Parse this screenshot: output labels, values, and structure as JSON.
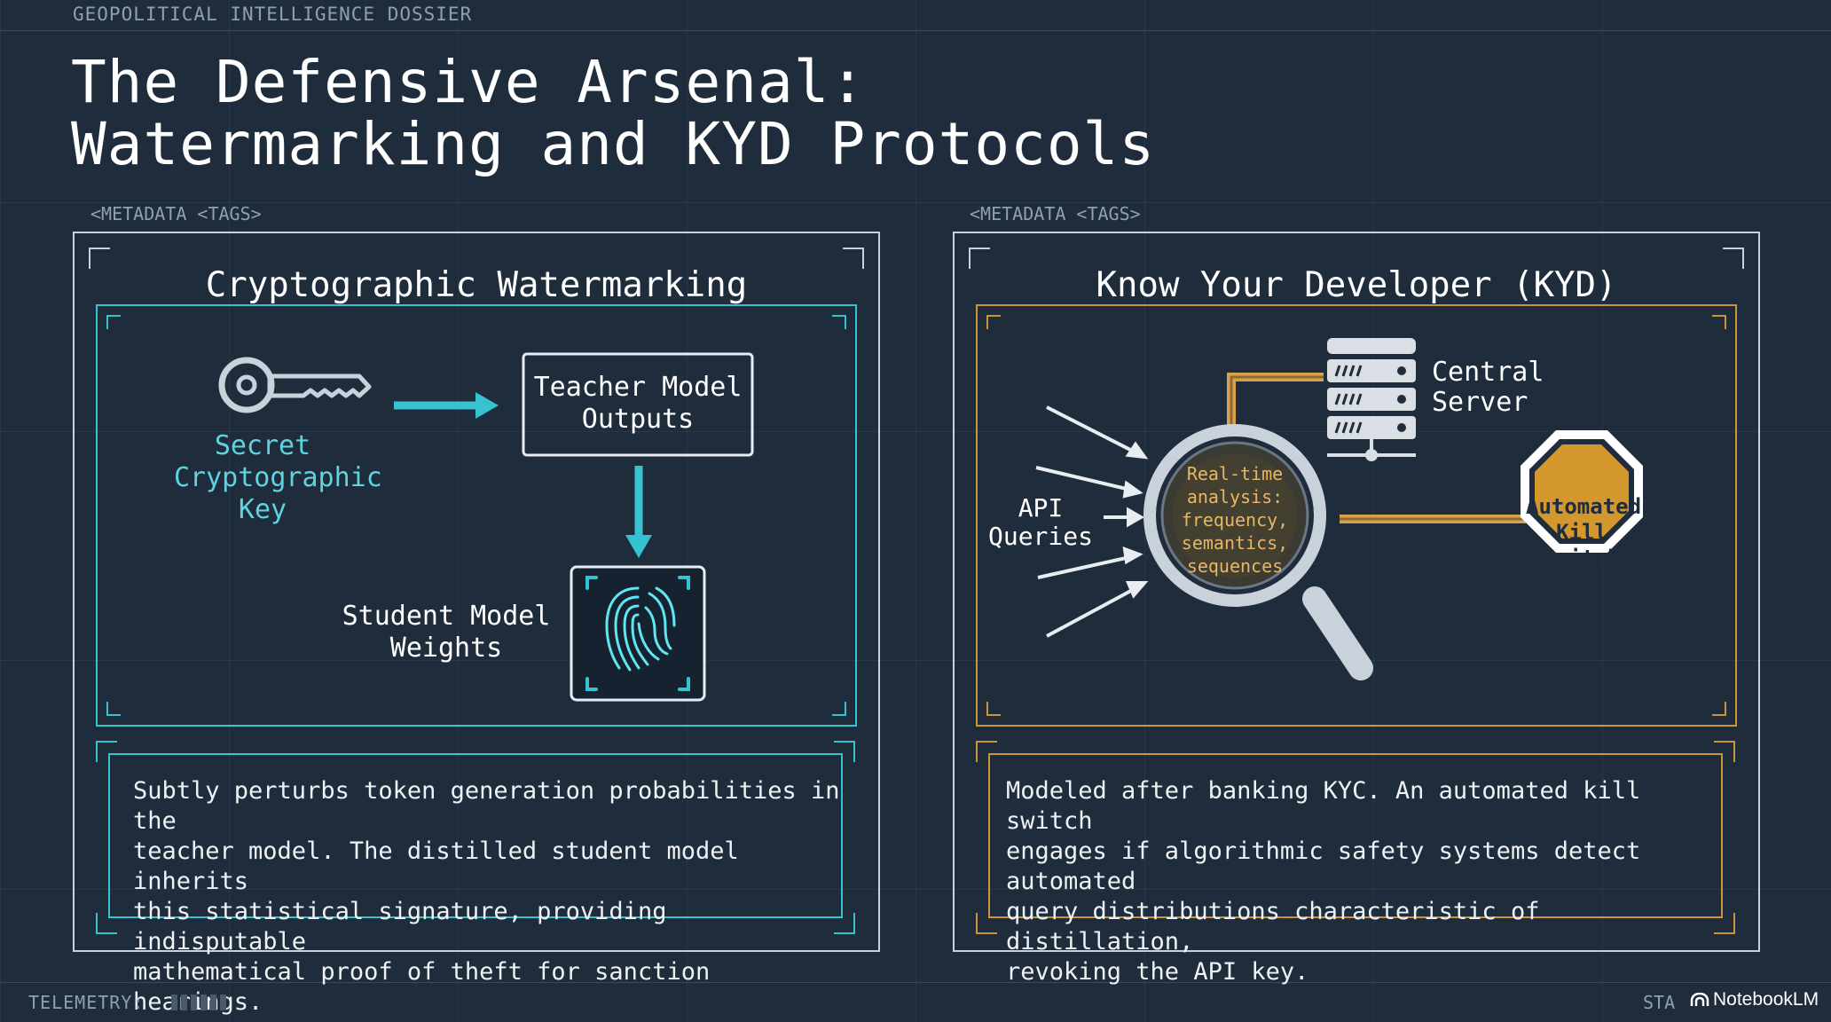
{
  "header": {
    "label": "GEOPOLITICAL INTELLIGENCE DOSSIER"
  },
  "title": {
    "line1": "The Defensive Arsenal:",
    "line2": "Watermarking and KYD Protocols"
  },
  "left_panel": {
    "meta": "<METADATA <TAGS>",
    "title": "Cryptographic Watermarking",
    "key_label": [
      "Secret",
      "Cryptographic",
      "Key"
    ],
    "teacher_box": [
      "Teacher Model",
      "Outputs"
    ],
    "student_label": [
      "Student Model",
      "Weights"
    ],
    "description": [
      "Subtly perturbs token generation probabilities in the",
      "teacher model. The distilled student model inherits",
      "this statistical signature, providing indisputable",
      "mathematical proof of theft for sanction hearings."
    ]
  },
  "right_panel": {
    "meta": "<METADATA <TAGS>",
    "title": "Know Your Developer (KYD)",
    "api_label": [
      "API",
      "Queries"
    ],
    "server_label": [
      "Central",
      "Server"
    ],
    "lens_text": [
      "Real-time",
      "analysis:",
      "frequency,",
      "semantics,",
      "sequences"
    ],
    "kill_switch": [
      "Automated",
      "Kill Switch"
    ],
    "description": [
      "Modeled after banking KYC. An automated kill switch",
      "engages if algorithmic safety systems detect automated",
      "query distributions characteristic of distillation,",
      "revoking the API key."
    ]
  },
  "footer": {
    "telemetry": "TELEMETRY:",
    "status_partial": "STA",
    "brand": "NotebookLM"
  },
  "colors": {
    "background": "#1f2c3b",
    "cyan": "#36c2d0",
    "amber": "#c99536",
    "kill_switch": "#d4972e"
  },
  "icons": [
    "key-icon",
    "fingerprint-icon",
    "server-icon",
    "magnifier-icon",
    "stop-sign-icon",
    "notebooklm-logo-icon"
  ]
}
